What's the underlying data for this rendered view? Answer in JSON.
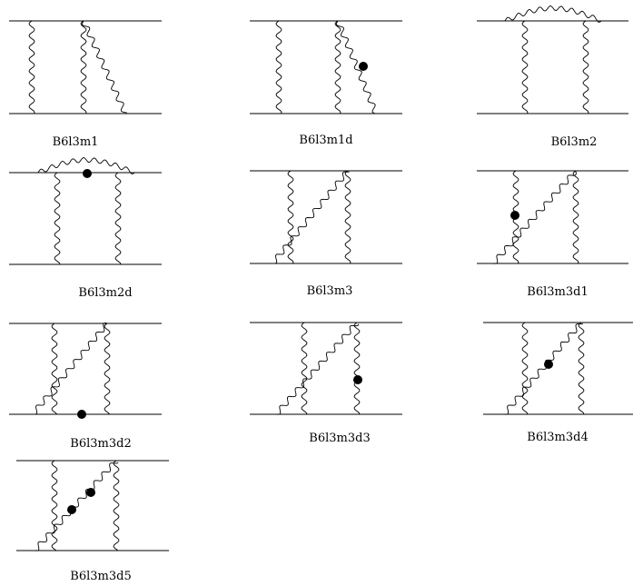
{
  "title": "",
  "diagrams": [
    {
      "label": "B6l3m1"
    },
    {
      "label": "B6l3m1d"
    },
    {
      "label": "B6l3m2"
    },
    {
      "label": "B6l3m2d"
    },
    {
      "label": "B6l3m3"
    },
    {
      "label": "B6l3m3d1"
    },
    {
      "label": "B6l3m3d2"
    },
    {
      "label": "B6l3m3d3"
    },
    {
      "label": "B6l3m3d4"
    },
    {
      "label": "B6l3m3d5"
    }
  ]
}
